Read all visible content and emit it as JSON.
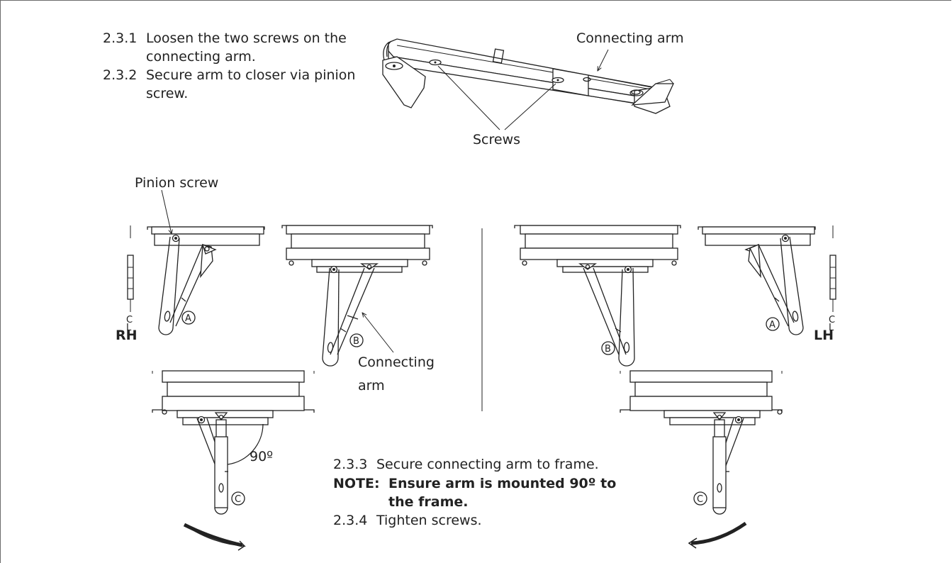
{
  "steps": {
    "s1_num": "2.3.1",
    "s1_line1": "Loosen the two screws on the",
    "s1_line2": "connecting arm.",
    "s2_num": "2.3.2",
    "s2_line1": "Secure arm to closer via pinion",
    "s2_line2": "screw.",
    "s3_num": "2.3.3",
    "s3_text": "Secure connecting arm to frame.",
    "note_label": "NOTE:",
    "note_line1": "Ensure arm is mounted 90º to",
    "note_line2": "the frame.",
    "s4_num": "2.3.4",
    "s4_text": "Tighten screws."
  },
  "labels": {
    "connecting_arm_top": "Connecting arm",
    "screws": "Screws",
    "pinion_screw": "Pinion screw",
    "connecting_mid_1": "Connecting",
    "connecting_mid_2": "arm",
    "angle": "90º",
    "rh": "RH",
    "lh": "LH",
    "centerline_c": "C",
    "centerline_l": "L",
    "letter_a": "A",
    "letter_b": "B",
    "letter_c": "C"
  }
}
